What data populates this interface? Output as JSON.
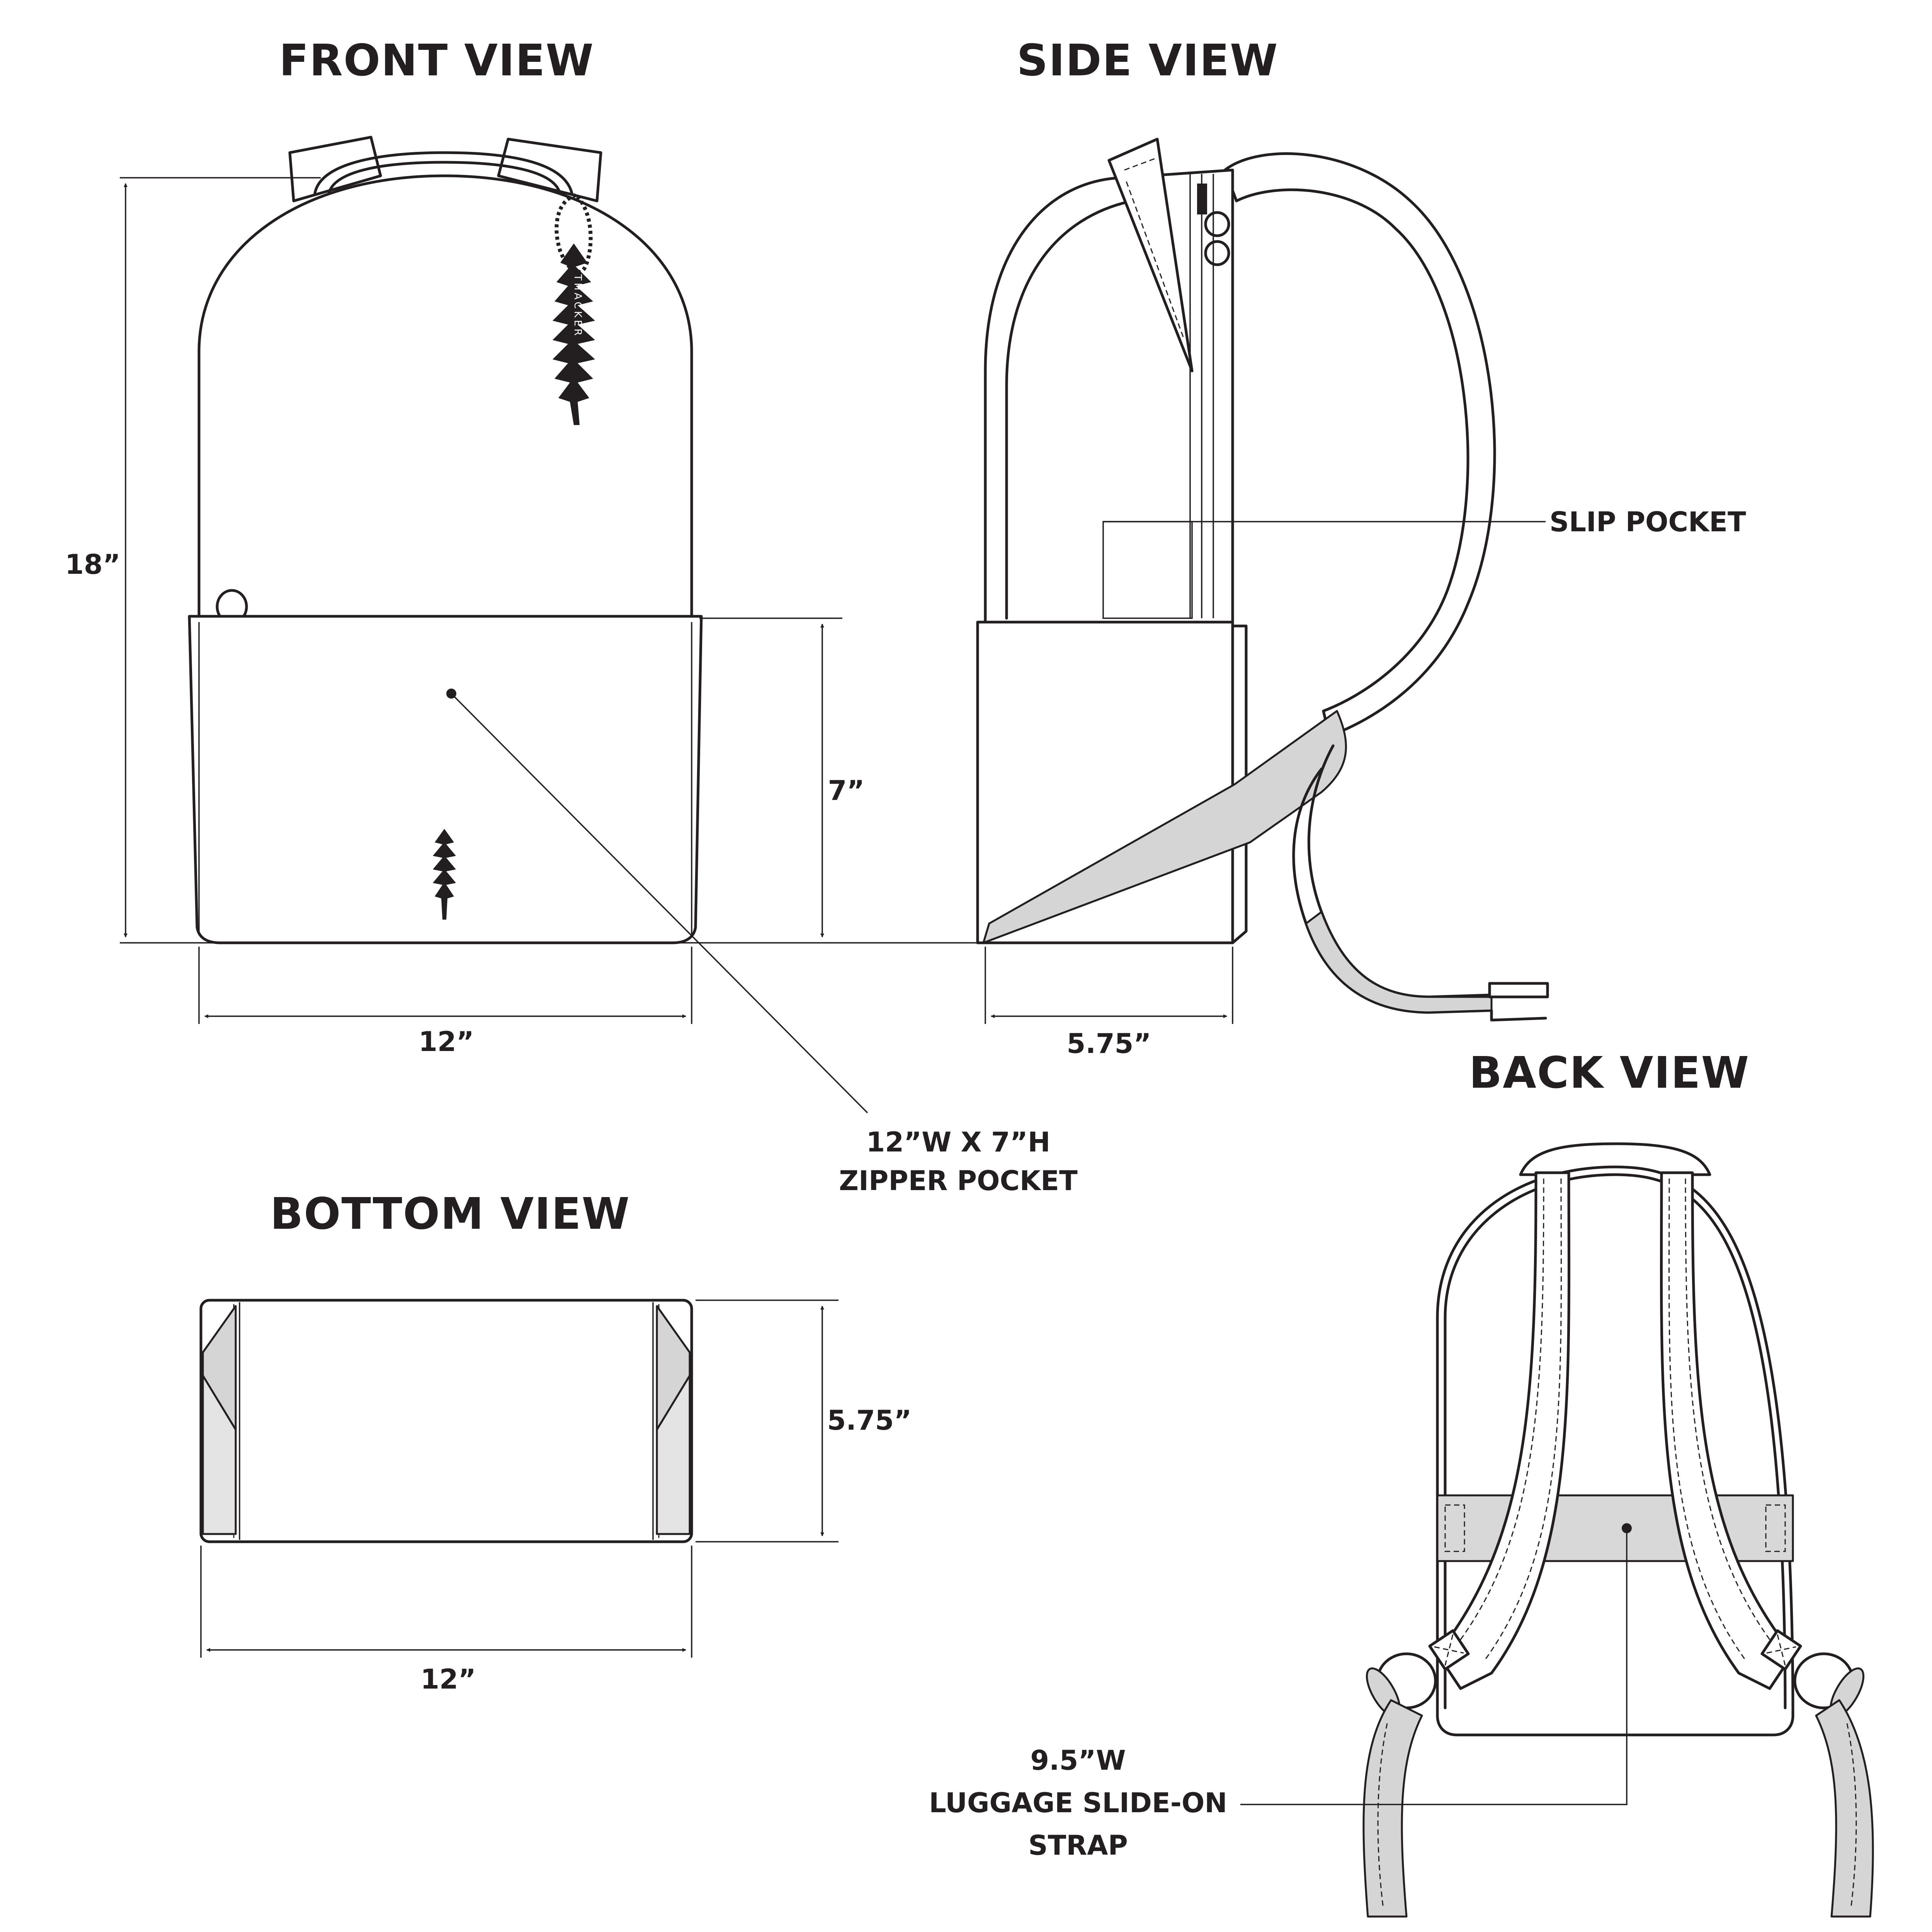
{
  "views": {
    "front": {
      "title": "FRONT VIEW",
      "brand_tag": "THACKER"
    },
    "side": {
      "title": "SIDE VIEW"
    },
    "back": {
      "title": "BACK VIEW"
    },
    "bottom": {
      "title": "BOTTOM VIEW"
    }
  },
  "dimensions": {
    "front_height": "18”",
    "front_width": "12”",
    "pocket_height": "7”",
    "side_depth": "5.75”",
    "bottom_depth": "5.75”",
    "bottom_width": "12”"
  },
  "callouts": {
    "zipper_pocket": {
      "line1": "12”W X 7”H",
      "line2": "ZIPPER POCKET"
    },
    "slip_pocket": "SLIP POCKET",
    "luggage_strap": {
      "line1": "9.5”W",
      "line2": "LUGGAGE SLIDE-ON",
      "line3": "STRAP"
    }
  },
  "colors": {
    "ink": "#231f20",
    "fabric_gray": "#d5d5d5",
    "background": "#ffffff"
  }
}
